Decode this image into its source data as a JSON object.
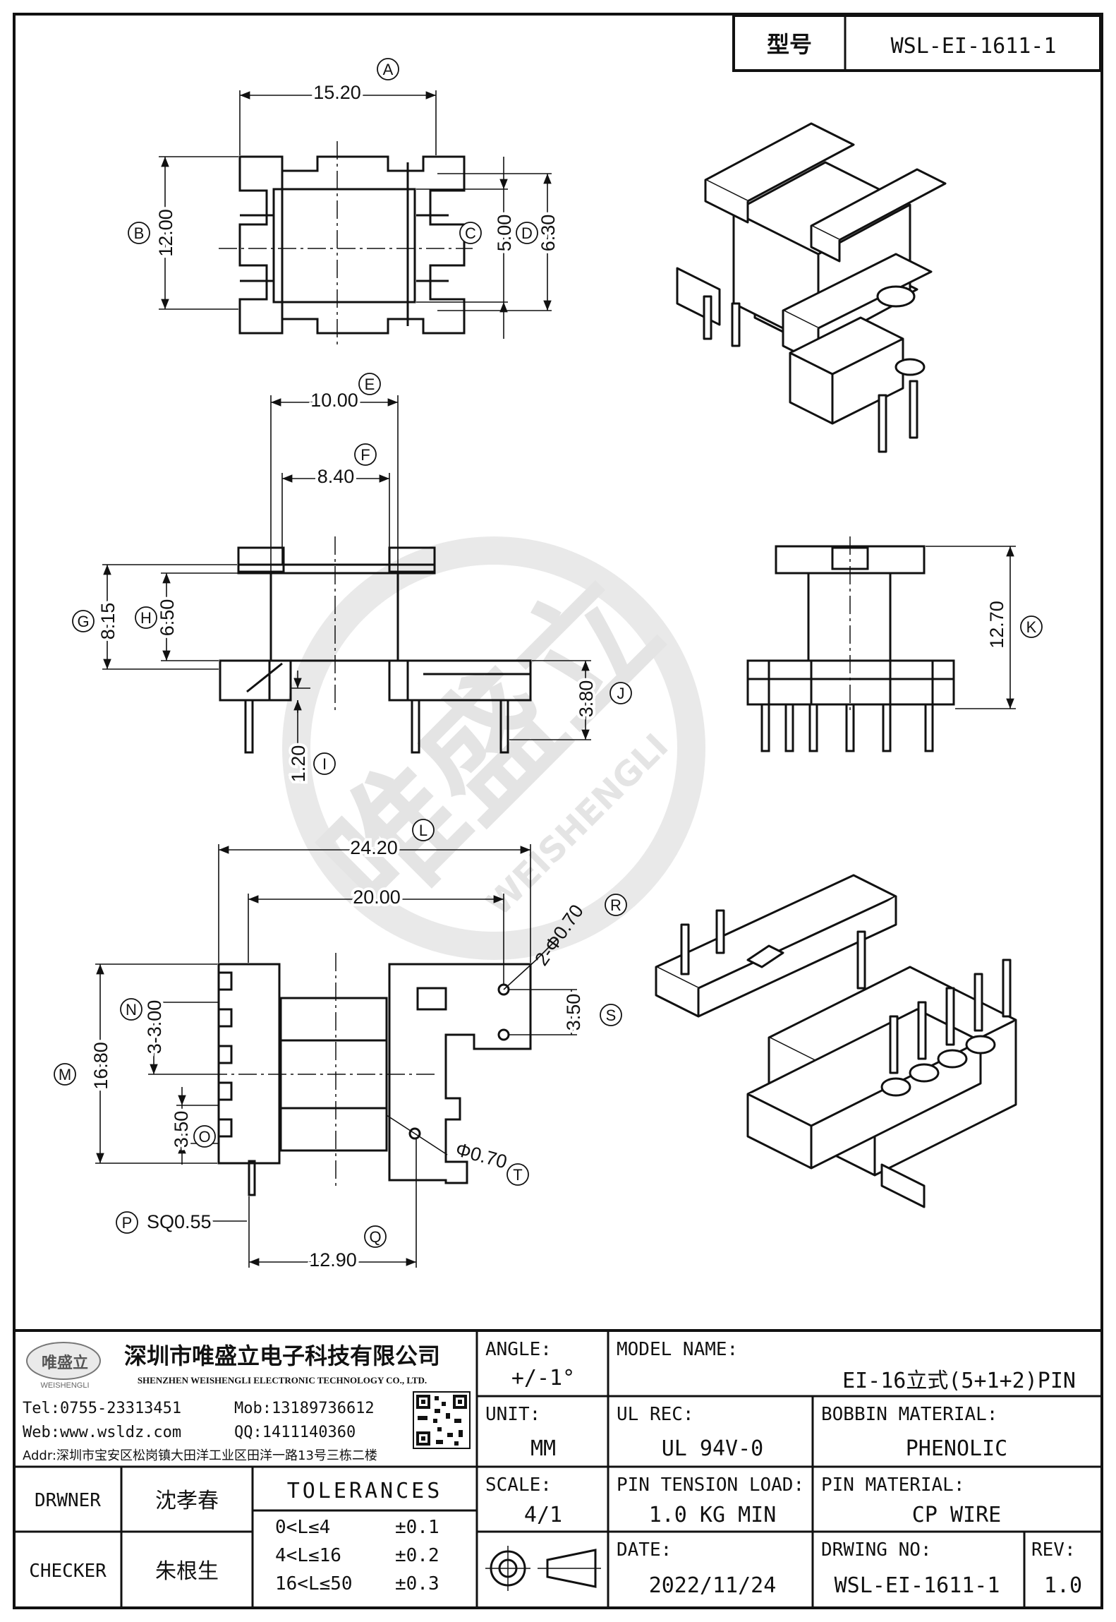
{
  "header": {
    "model_label": "型号",
    "model_value": "WSL-EI-1611-1"
  },
  "watermark": {
    "cn": "唯盛立",
    "en": "WEISHENGLI"
  },
  "top_view": {
    "A": {
      "letter": "A",
      "value": "15.20"
    },
    "B": {
      "letter": "B",
      "value": "12.00"
    },
    "C": {
      "letter": "C",
      "value": "5.00"
    },
    "D": {
      "letter": "D",
      "value": "6.30"
    }
  },
  "front_view": {
    "E": {
      "letter": "E",
      "value": "10.00"
    },
    "F": {
      "letter": "F",
      "value": "8.40"
    },
    "G": {
      "letter": "G",
      "value": "8.15"
    },
    "H": {
      "letter": "H",
      "value": "6.50"
    },
    "I": {
      "letter": "I",
      "value": "1.20"
    },
    "J": {
      "letter": "J",
      "value": "3.80"
    }
  },
  "side_view": {
    "K": {
      "letter": "K",
      "value": "12.70"
    }
  },
  "bottom_view": {
    "L": {
      "letter": "L",
      "value": "24.20"
    },
    "L2": {
      "value": "20.00"
    },
    "M": {
      "letter": "M",
      "value": "16.80"
    },
    "N": {
      "letter": "N",
      "value": "3-3.00"
    },
    "O": {
      "letter": "O",
      "value": "3.50"
    },
    "P": {
      "letter": "P",
      "value": "SQ0.55"
    },
    "Q": {
      "letter": "Q",
      "value": "12.90"
    },
    "R": {
      "letter": "R",
      "value": "2-Φ0.70"
    },
    "S": {
      "letter": "S",
      "value": "3.50"
    },
    "T": {
      "letter": "T",
      "value": "Φ0.70"
    }
  },
  "title_block": {
    "company_cn": "深圳市唯盛立电子科技有限公司",
    "company_en": "SHENZHEN WEISHENGLI ELECTRONIC TECHNOLOGY CO., LTD.",
    "logo_text": "唯盛立",
    "logo_sub": "WEISHENGLI",
    "tel": "Tel:0755-23313451",
    "mob": "Mob:13189736612",
    "web": "Web:www.wsldz.com",
    "qq": "QQ:1411140360",
    "addr": "Addr:深圳市宝安区松岗镇大田洋工业区田洋一路13号三栋二楼",
    "angle_label": "ANGLE:",
    "angle_value": "+/-1°",
    "model_name_label": "MODEL NAME:",
    "model_name_value": "EI-16立式(5+1+2)PIN",
    "unit_label": "UNIT:",
    "unit_value": "MM",
    "ul_label": "UL REC:",
    "ul_value": "UL 94V-0",
    "bobbin_label": "BOBBIN MATERIAL:",
    "bobbin_value": "PHENOLIC",
    "drawer_label": "DRWNER",
    "drawer_value": "沈孝春",
    "tolerances_label": "TOLERANCES",
    "scale_label": "SCALE:",
    "scale_value": "4/1",
    "pin_tension_label": "PIN TENSION LOAD:",
    "pin_tension_value": "1.0 KG MIN",
    "pin_material_label": "PIN MATERIAL:",
    "pin_material_value": "CP WIRE",
    "checker_label": "CHECKER",
    "checker_value": "朱根生",
    "tol_rows": [
      {
        "range": "0<L≤4",
        "tol": "±0.1"
      },
      {
        "range": "4<L≤16",
        "tol": "±0.2"
      },
      {
        "range": "16<L≤50",
        "tol": "±0.3"
      }
    ],
    "date_label": "DATE:",
    "date_value": "2022/11/24",
    "drawing_no_label": "DRWING NO:",
    "drawing_no_value": "WSL-EI-1611-1",
    "rev_label": "REV:",
    "rev_value": "1.0"
  }
}
